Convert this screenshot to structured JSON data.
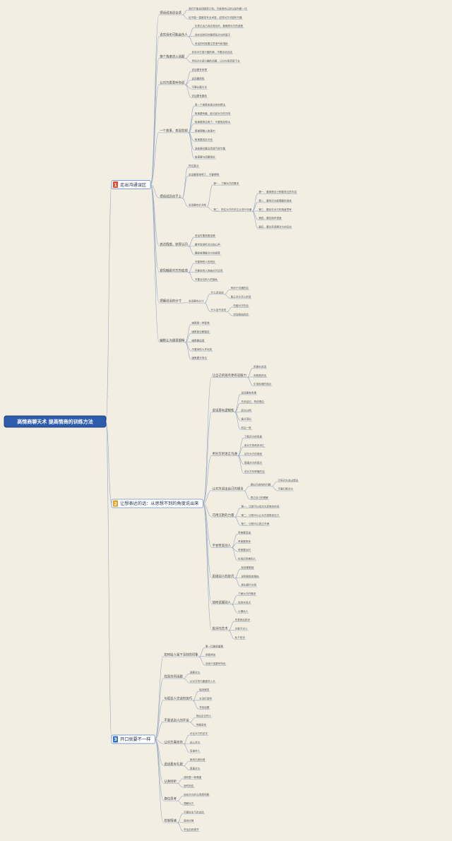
{
  "colors": {
    "root_fill": "#2e5cad",
    "accent": "#e04a2a",
    "background": "#f2efe2",
    "line": "#9aa9c4"
  },
  "root": "高情商聊天术 提高情商的训练方法",
  "branches": [
    {
      "badge": "1",
      "title": "走出沟通误区",
      "badge_color": "#e04a2a",
      "children": [
        {
          "text": "把话说准说合适",
          "children": [
            {
              "text": "我们不能说话随意计划，不能用自己的认知判断一切"
            },
            {
              "text": "也不能一直都说专业术语，这样对方可能听不懂"
            }
          ]
        },
        {
          "text": "说实话也可能会伤人",
          "children": [
            {
              "text": "在表达自己真实想法时，要照顾对方的感受"
            },
            {
              "text": "说实话的同时要顾及对方的面子"
            },
            {
              "text": "说话的时候要注意语气和措辞"
            }
          ]
        },
        {
          "text": "换个角度进入话题",
          "children": [
            {
              "text": "多讲对方感兴趣的事，不要自说自话"
            },
            {
              "text": "寻找对方感兴趣的话题，让对方愿意聊下去"
            }
          ]
        },
        {
          "text": "让对方愿意听你说",
          "children": [
            {
              "text": "说话要有条理"
            },
            {
              "text": "说话要简练"
            },
            {
              "text": "不要长篇大论"
            },
            {
              "text": "说话要有趣味"
            }
          ]
        },
        {
          "text": "一个故事，表现思想",
          "children": [
            {
              "text": "用一个故事来表达你的想法"
            },
            {
              "text": "故事要有趣，能引起对方的共鸣"
            },
            {
              "text": "故事要简洁明了，不要拖泥带水"
            },
            {
              "text": "把道理融入故事中"
            },
            {
              "text": "故事要真实可信"
            },
            {
              "text": "讲故事时要注意语气和节奏"
            },
            {
              "text": "故事要与话题相关"
            }
          ]
        },
        {
          "text": "把话说到点子上",
          "children": [
            {
              "text": "抓住重点"
            },
            {
              "text": "说话要简单明了，不要啰嗦"
            },
            {
              "text": "说话要有针对性",
              "children": [
                {
                  "text": "第一，了解对方的需求"
                },
                {
                  "text": "第二，抓住对方的关注点进行沟通",
                  "children": [
                    {
                      "text": "第一，要清楚自己想要表达的内容"
                    },
                    {
                      "text": "第二，要用对方能理解的语言"
                    },
                    {
                      "text": "第三，要站在对方的角度思考"
                    },
                    {
                      "text": "第四，要控制好语速"
                    },
                    {
                      "text": "最后，要注意观察对方的反应"
                    }
                  ]
                }
              ]
            }
          ]
        },
        {
          "text": "表达情感，获得认同",
          "children": [
            {
              "text": "说话时要带着感情"
            },
            {
              "text": "要学会倾听对方的心声"
            },
            {
              "text": "要能够理解对方的感受"
            }
          ]
        },
        {
          "text": "避免触碰对方的底线",
          "children": [
            {
              "text": "不要揭别人的短处"
            },
            {
              "text": "不要拿别人的缺点开玩笑"
            },
            {
              "text": "不要谈论别人的隐私"
            }
          ]
        },
        {
          "text": "把握说话的分寸",
          "children": [
            {
              "text": "说话要有分寸",
              "children": [
                {
                  "text": "什么话该说",
                  "children": [
                    {
                      "text": "有利于沟通的话"
                    },
                    {
                      "text": "能让对方开心的话"
                    }
                  ]
                },
                {
                  "text": "什么话不该说",
                  "children": [
                    {
                      "text": "伤害对方的话"
                    },
                    {
                      "text": "涉及隐私的话"
                    }
                  ]
                }
              ]
            }
          ]
        },
        {
          "text": "幽默让沟通更顺畅",
          "children": [
            {
              "text": "幽默是一种智慧"
            },
            {
              "text": "幽默能化解尴尬"
            },
            {
              "text": "幽默要适度"
            },
            {
              "text": "不要拿别人开玩笑"
            },
            {
              "text": "幽默要分场合"
            }
          ]
        }
      ]
    },
    {
      "badge": "2",
      "title": "让想表达的话：从思想不到的角度说出来",
      "badge_color": "#e0a020",
      "children": [
        {
          "text": "让自己的观点更有说服力",
          "children": [
            {
              "text": "用事实说话"
            },
            {
              "text": "用数据说话"
            },
            {
              "text": "引用权威的观点"
            }
          ]
        },
        {
          "text": "说话要有逻辑性",
          "children": [
            {
              "text": "说话要有条理"
            },
            {
              "text": "先说结论，再说理由"
            },
            {
              "text": "层次分明"
            },
            {
              "text": "重点突出"
            },
            {
              "text": "前后一致"
            }
          ]
        },
        {
          "text": "用对方的语言沟通",
          "children": [
            {
              "text": "了解对方的背景"
            },
            {
              "text": "用对方熟悉的词汇"
            },
            {
              "text": "站在对方的角度"
            },
            {
              "text": "尊重对方的观点"
            },
            {
              "text": "说对方听得懂的话"
            }
          ]
        },
        {
          "text": "让对方说出自己的想法",
          "children": [
            {
              "text": "提出开放性的问题",
              "children": [
                {
                  "text": "引导对方说出想法"
                },
                {
                  "text": "不要打断对方"
                }
              ]
            },
            {
              "text": "表达自己的理解"
            }
          ]
        },
        {
          "text": "巧用沉默的力量",
          "children": [
            {
              "text": "第一，沉默可以给对方思考的时间"
            },
            {
              "text": "第二，沉默可以让对方感受到压力"
            },
            {
              "text": "第三，沉默可以表达不满"
            }
          ]
        },
        {
          "text": "学会赞美别人",
          "children": [
            {
              "text": "赞美要真诚"
            },
            {
              "text": "赞美要具体"
            },
            {
              "text": "赞美要及时"
            },
            {
              "text": "在背后赞美别人"
            }
          ]
        },
        {
          "text": "拒绝别人的技巧",
          "children": [
            {
              "text": "拒绝要委婉"
            },
            {
              "text": "说明拒绝的理由"
            },
            {
              "text": "提出替代方案"
            }
          ]
        },
        {
          "text": "如何说服别人",
          "children": [
            {
              "text": "了解对方的需求"
            },
            {
              "text": "找到共同点"
            },
            {
              "text": "以情动人"
            }
          ]
        },
        {
          "text": "批评的艺术",
          "children": [
            {
              "text": "先表扬后批评"
            },
            {
              "text": "对事不对人"
            },
            {
              "text": "私下批评"
            }
          ]
        }
      ]
    },
    {
      "badge": "3",
      "title": "开口就要不一样",
      "badge_color": "#3070c0",
      "children": [
        {
          "text": "如何给人留下深刻的印象",
          "children": [
            {
              "text": "第一印象很重要"
            },
            {
              "text": "穿着得体"
            },
            {
              "text": "自我介绍要有特色"
            }
          ]
        },
        {
          "text": "找到共同话题",
          "children": [
            {
              "text": "观察对方"
            },
            {
              "text": "从对方的兴趣爱好入手"
            }
          ]
        },
        {
          "text": "与陌生人交谈的技巧",
          "children": [
            {
              "text": "保持微笑"
            },
            {
              "text": "主动打招呼"
            },
            {
              "text": "寻找话题"
            }
          ]
        },
        {
          "text": "不要说别人的坏话",
          "children": [
            {
              "text": "背后议论别人"
            },
            {
              "text": "传播谣言"
            }
          ]
        },
        {
          "text": "让对方喜欢你",
          "children": [
            {
              "text": "记住对方的名字"
            },
            {
              "text": "关心对方"
            },
            {
              "text": "真诚待人"
            }
          ]
        },
        {
          "text": "说话要有礼貌",
          "children": [
            {
              "text": "使用礼貌用语"
            },
            {
              "text": "尊重对方"
            }
          ]
        },
        {
          "text": "认真倾听",
          "children": [
            {
              "text": "倾听是一种尊重"
            },
            {
              "text": "适时回应"
            }
          ]
        },
        {
          "text": "换位思考",
          "children": [
            {
              "text": "站在对方的立场想问题"
            },
            {
              "text": "理解对方"
            }
          ]
        },
        {
          "text": "控制情绪",
          "children": [
            {
              "text": "不要在生气时说话"
            },
            {
              "text": "保持冷静"
            },
            {
              "text": "学会自我调节"
            }
          ]
        }
      ]
    }
  ]
}
